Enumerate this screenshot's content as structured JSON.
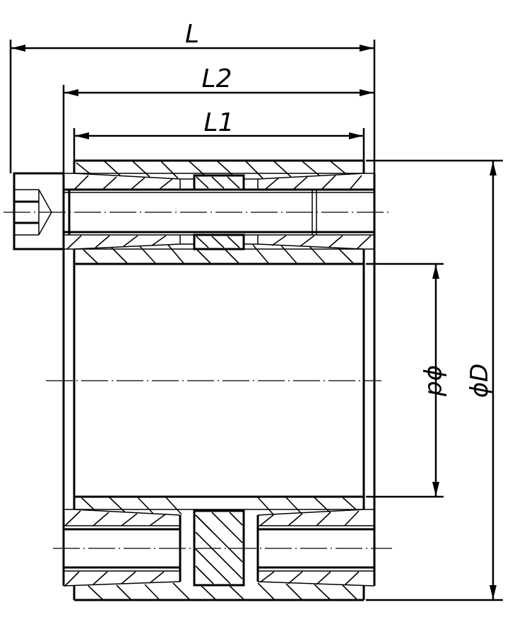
{
  "drawing": {
    "type": "technical-cross-section",
    "subject": "shaft locking assembly (keyless bushing) with clamping screw",
    "background_color": "#ffffff",
    "line_color": "#000000"
  },
  "dimensions": {
    "overall_length": {
      "label": "L"
    },
    "length_2": {
      "label": "L2"
    },
    "length_1": {
      "label": "L1"
    },
    "inner_diameter": {
      "label": "ϕd"
    },
    "outer_diameter": {
      "label": "ϕD"
    }
  },
  "components": {
    "outer_ring": {
      "name": "outer ring"
    },
    "inner_ring": {
      "name": "inner ring"
    },
    "thrust_rings": {
      "name": "tapered thrust rings"
    },
    "clamping_screw": {
      "name": "socket head cap screw"
    },
    "spacer": {
      "name": "spacer block"
    }
  }
}
